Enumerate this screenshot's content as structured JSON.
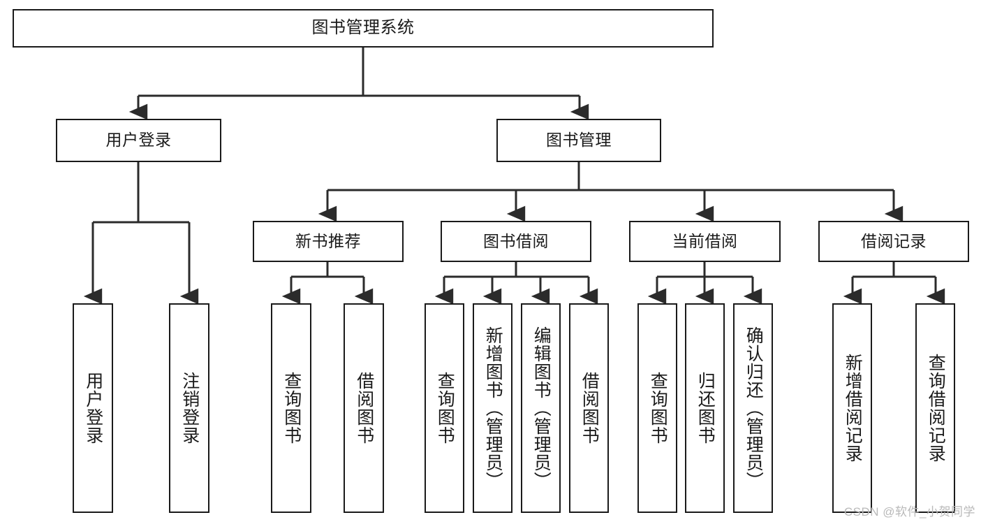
{
  "diagram": {
    "type": "tree",
    "title": "图书管理系统",
    "root": {
      "label": "图书管理系统"
    },
    "level2": [
      {
        "label": "用户登录"
      },
      {
        "label": "图书管理"
      }
    ],
    "level3": [
      {
        "label": "新书推荐"
      },
      {
        "label": "图书借阅"
      },
      {
        "label": "当前借阅"
      },
      {
        "label": "借阅记录"
      }
    ],
    "leaves_user_login": [
      {
        "label": "用户登录"
      },
      {
        "label": "注销登录"
      }
    ],
    "leaves_new_book": [
      {
        "label": "查询图书"
      },
      {
        "label": "借阅图书"
      }
    ],
    "leaves_borrow": [
      {
        "label": "查询图书"
      },
      {
        "label": "新增图书（管理员）"
      },
      {
        "label": "编辑图书（管理员）"
      },
      {
        "label": "借阅图书"
      }
    ],
    "leaves_current": [
      {
        "label": "查询图书"
      },
      {
        "label": "归还图书"
      },
      {
        "label": "确认归还（管理员）"
      }
    ],
    "leaves_record": [
      {
        "label": "新增借阅记录"
      },
      {
        "label": "查询借阅记录"
      }
    ]
  },
  "watermark": {
    "text": "CSDN @软件_小贺同学"
  },
  "colors": {
    "stroke": "#1a1a1a",
    "background": "#ffffff",
    "watermark": "#b9b9b9"
  }
}
